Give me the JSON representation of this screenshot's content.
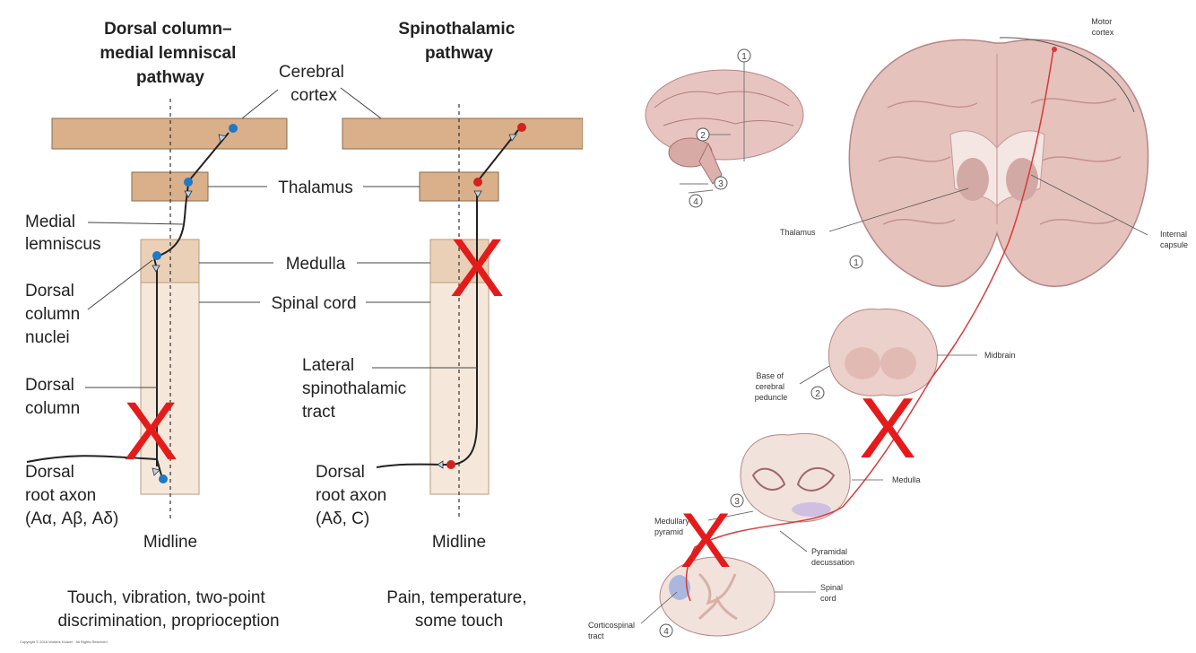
{
  "left_diagram": {
    "dorsal_title": [
      "Dorsal column–",
      "medial lemniscal",
      "pathway"
    ],
    "spino_title": [
      "Spinothalamic",
      "pathway"
    ],
    "cerebral_cortex": [
      "Cerebral",
      "cortex"
    ],
    "thalamus": "Thalamus",
    "medulla": "Medulla",
    "spinal_cord": "Spinal cord",
    "medial_lemniscus": [
      "Medial",
      "lemniscus"
    ],
    "dorsal_column_nuclei": [
      "Dorsal",
      "column",
      "nuclei"
    ],
    "dorsal_column": [
      "Dorsal",
      "column"
    ],
    "dorsal_root_axon_left": [
      "Dorsal",
      "root axon",
      "(Aα, Aβ, Aδ)"
    ],
    "lateral_spinothalamic": [
      "Lateral",
      "spinothalamic",
      "tract"
    ],
    "dorsal_root_axon_right": [
      "Dorsal",
      "root axon",
      "(Aδ, C)"
    ],
    "midline": "Midline",
    "caption_left": [
      "Touch, vibration, two-point",
      "discrimination, proprioception"
    ],
    "caption_right": [
      "Pain, temperature,",
      "some touch"
    ],
    "copyright": "Copyright © 2016 Wolters Kluwer · All Rights Reserved",
    "lesion_mark": "X",
    "colors": {
      "dorsal_dot": "#1f78c8",
      "spino_dot": "#d42020",
      "lesion": "#e51b1b",
      "tan_bar": "#d9b08a",
      "cord": "#f4e4d4"
    }
  },
  "right_diagram": {
    "motor_cortex": [
      "Motor",
      "cortex"
    ],
    "thalamus": "Thalamus",
    "internal_capsule": [
      "Internal",
      "capsule"
    ],
    "midbrain": "Midbrain",
    "base_of_cerebral_peduncle": [
      "Base of",
      "cerebral",
      "peduncle"
    ],
    "medulla": "Medulla",
    "medullary_pyramid": [
      "Medullary",
      "pyramid"
    ],
    "pyramidal_decussation": [
      "Pyramidal",
      "decussation"
    ],
    "spinal_cord": [
      "Spinal",
      "cord"
    ],
    "corticospinal_tract": [
      "Corticospinal",
      "tract"
    ],
    "section_numbers": [
      "1",
      "2",
      "3",
      "4"
    ],
    "lesion_mark": "X"
  }
}
